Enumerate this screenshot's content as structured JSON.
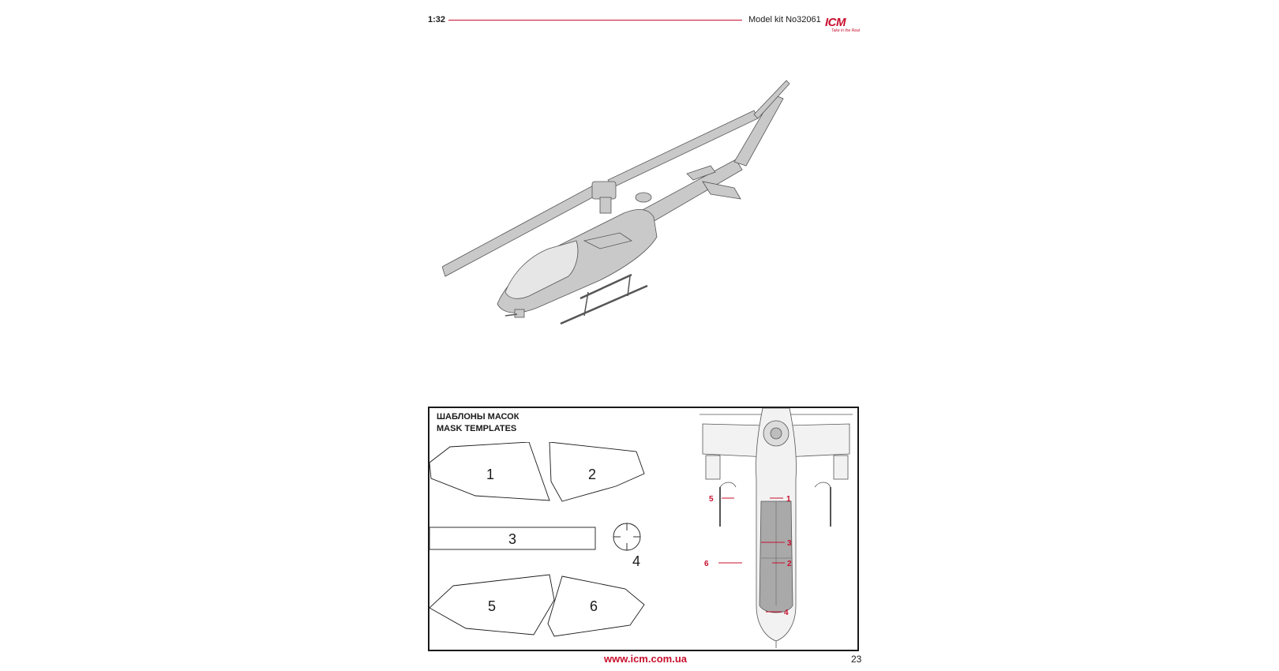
{
  "header": {
    "scale": "1:32",
    "kit_number": "Model kit No32061",
    "logo_text": "ICM",
    "logo_tagline": "Take in the Real"
  },
  "mask_box": {
    "title_ru": "ШАБЛОНЫ МАСОК",
    "title_en": "MASK TEMPLATES",
    "templates": [
      "1",
      "2",
      "3",
      "4",
      "5",
      "6"
    ],
    "callouts": [
      "5",
      "1",
      "3",
      "6",
      "2",
      "4"
    ]
  },
  "footer": {
    "url": "www.icm.com.ua",
    "page_number": "23"
  },
  "colors": {
    "accent": "#c8102e",
    "line": "#1a1a1a",
    "helicopter_fill": "#c9c9c9"
  }
}
